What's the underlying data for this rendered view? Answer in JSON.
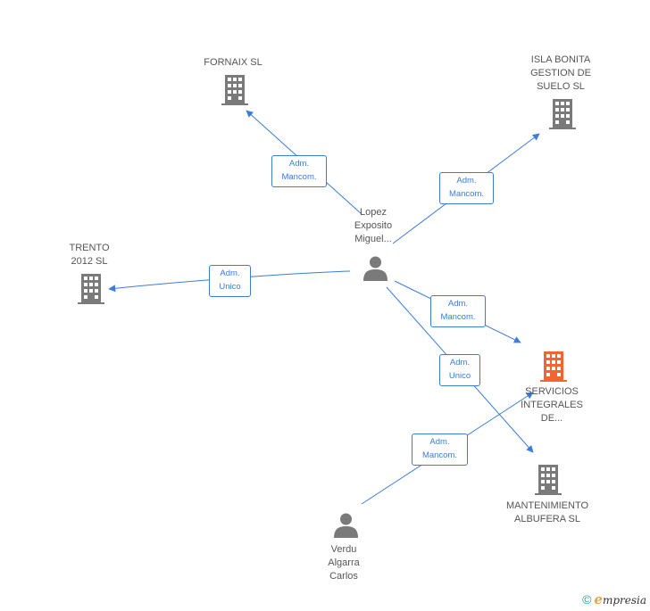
{
  "colors": {
    "edge": "#3b7dd8",
    "company": "#7a7a7a",
    "company_highlight": "#f26430",
    "person": "#7a7a7a"
  },
  "nodes": {
    "fornaix": {
      "label": "FORNAIX SL",
      "icon": "building-icon"
    },
    "isla_bonita": {
      "label": "ISLA BONITA\nGESTION DE\nSUELO SL",
      "icon": "building-icon"
    },
    "trento": {
      "label": "TRENTO\n2012 SL",
      "icon": "building-icon"
    },
    "servicios": {
      "label": "SERVICIOS\nINTEGRALES\nDE...",
      "icon": "building-icon",
      "highlight": true
    },
    "mantenimiento": {
      "label": "MANTENIMIENTO\nALBUFERA SL",
      "icon": "building-icon"
    },
    "lopez": {
      "label": "Lopez\nExposito\nMiguel...",
      "icon": "person-icon"
    },
    "verdu": {
      "label": "Verdu\nAlgarra\nCarlos",
      "icon": "person-icon"
    }
  },
  "edges": [
    {
      "from": "lopez",
      "to": "fornaix",
      "label": "Adm.\nMancom."
    },
    {
      "from": "lopez",
      "to": "isla_bonita",
      "label": "Adm.\nMancom."
    },
    {
      "from": "lopez",
      "to": "trento",
      "label": "Adm.\nUnico"
    },
    {
      "from": "lopez",
      "to": "servicios",
      "label": "Adm.\nMancom."
    },
    {
      "from": "lopez",
      "to": "mantenimiento",
      "label": "Adm.\nUnico"
    },
    {
      "from": "verdu",
      "to": "servicios",
      "label": "Adm.\nMancom."
    }
  ],
  "footer": {
    "copyright_symbol": "©",
    "brand_initial": "e",
    "brand_rest": "mpresia"
  }
}
